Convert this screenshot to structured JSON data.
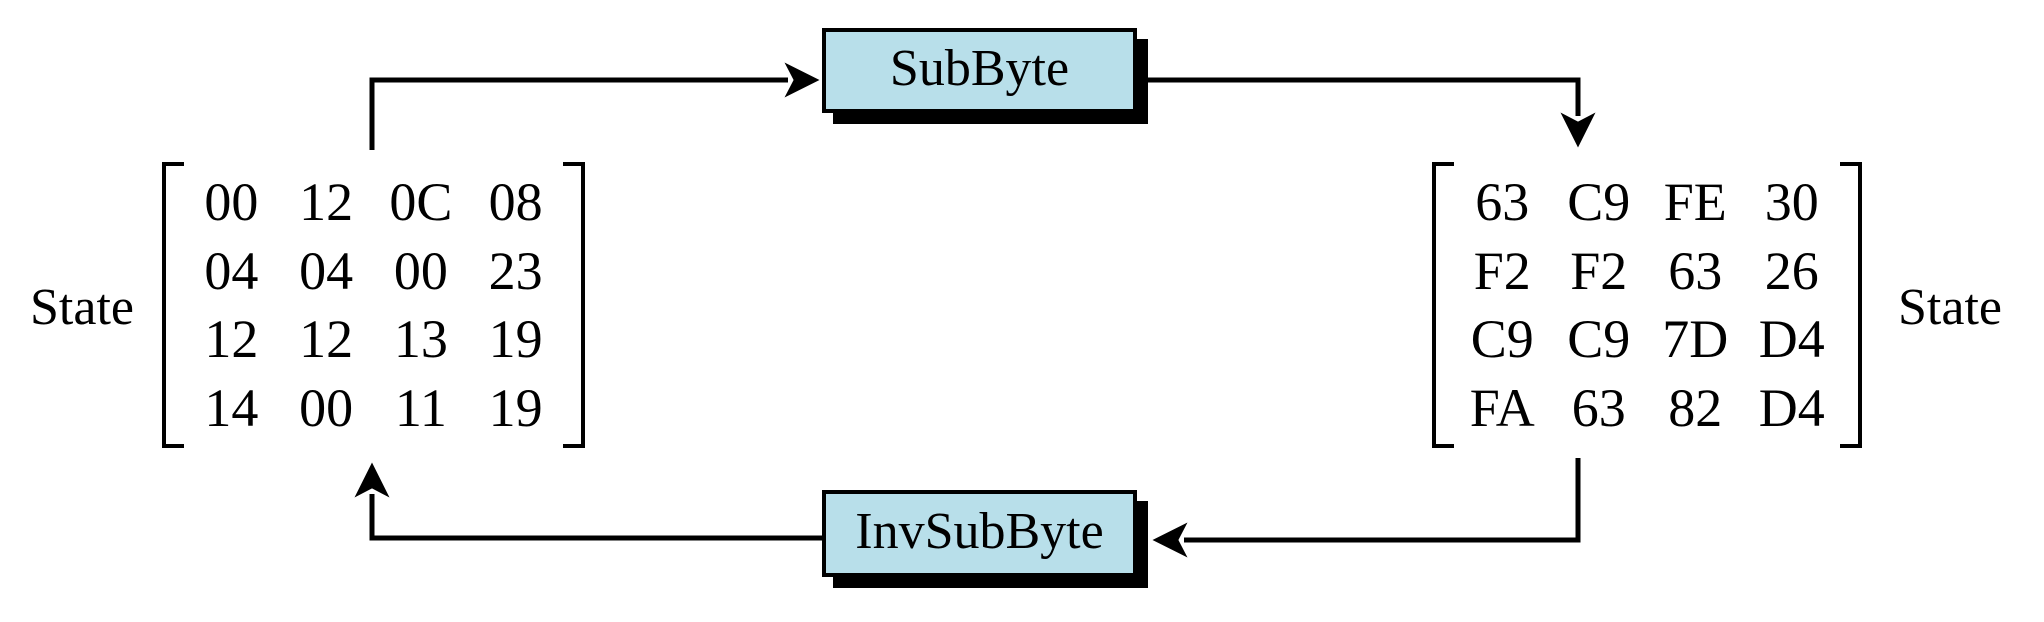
{
  "diagram": {
    "title_semantics": "SubByte / InvSubByte transformation",
    "top_box": {
      "label": "SubByte"
    },
    "bottom_box": {
      "label": "InvSubByte"
    },
    "left_state": {
      "label": "State",
      "matrix": [
        [
          "00",
          "12",
          "0C",
          "08"
        ],
        [
          "04",
          "04",
          "00",
          "23"
        ],
        [
          "12",
          "12",
          "13",
          "19"
        ],
        [
          "14",
          "00",
          "11",
          "19"
        ]
      ]
    },
    "right_state": {
      "label": "State",
      "matrix": [
        [
          "63",
          "C9",
          "FE",
          "30"
        ],
        [
          "F2",
          "F2",
          "63",
          "26"
        ],
        [
          "C9",
          "C9",
          "7D",
          "D4"
        ],
        [
          "FA",
          "63",
          "82",
          "D4"
        ]
      ]
    },
    "colors": {
      "box_fill": "#b8dfea",
      "box_border": "#000000",
      "box_shadow": "#000000",
      "arrow": "#000000",
      "text": "#000000",
      "background": "#ffffff"
    }
  }
}
